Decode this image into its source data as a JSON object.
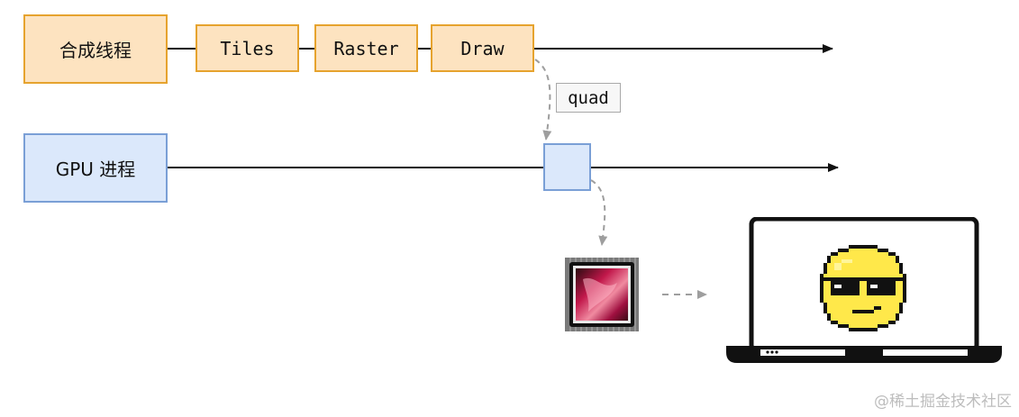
{
  "compositor": {
    "label": "合成线程",
    "steps": [
      {
        "label": "Tiles"
      },
      {
        "label": "Raster"
      },
      {
        "label": "Draw"
      }
    ]
  },
  "gpu": {
    "label": "GPU 进程"
  },
  "message": {
    "label": "quad"
  },
  "watermark": "@稀土掘金技术社区",
  "colors": {
    "thread_fill": "#fde3c0",
    "thread_border": "#e6a32e",
    "gpu_fill": "#dbe8fb",
    "gpu_border": "#7a9fd6",
    "dashed_arrow": "#9e9e9e"
  },
  "icons": [
    "gpu-chip-icon",
    "laptop-icon",
    "sunglasses-smiley-icon"
  ]
}
